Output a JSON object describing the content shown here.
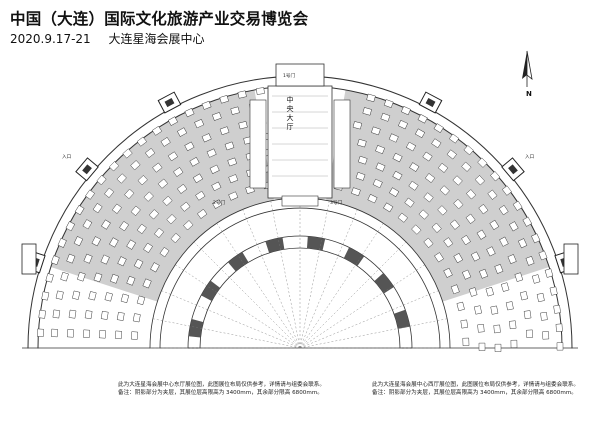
{
  "header": {
    "title": "中国（大连）国际文化旅游产业交易博览会",
    "date": "2020.9.17-21",
    "venue": "大连星海会展中心"
  },
  "hall": {
    "central_hall_label": "中央大厅",
    "gate_1": "1号门",
    "gate_2": "2号门",
    "gate_3": "3号门",
    "entry_left": "入口",
    "entry_right": "入口"
  },
  "notes": {
    "left": [
      "此为大连星海会展中心东厅展位图，此图展位布局仅供参考，详情请与组委会联系。",
      "备注：阴影部分为夹层，其展位层高限高为 3400mm，其余部分限高 6800mm。"
    ],
    "right": [
      "此为大连星海会展中心西厅展位图，此图展位布局仅供参考，详情请与组委会联系。",
      "备注：阴影部分为夹层，其展位层高限高为 3400mm，其余部分限高 6800mm。"
    ]
  },
  "compass": {
    "letter": "N"
  },
  "colors": {
    "line": "#333333",
    "shade": "#cfcfcf",
    "dark": "#555555"
  }
}
